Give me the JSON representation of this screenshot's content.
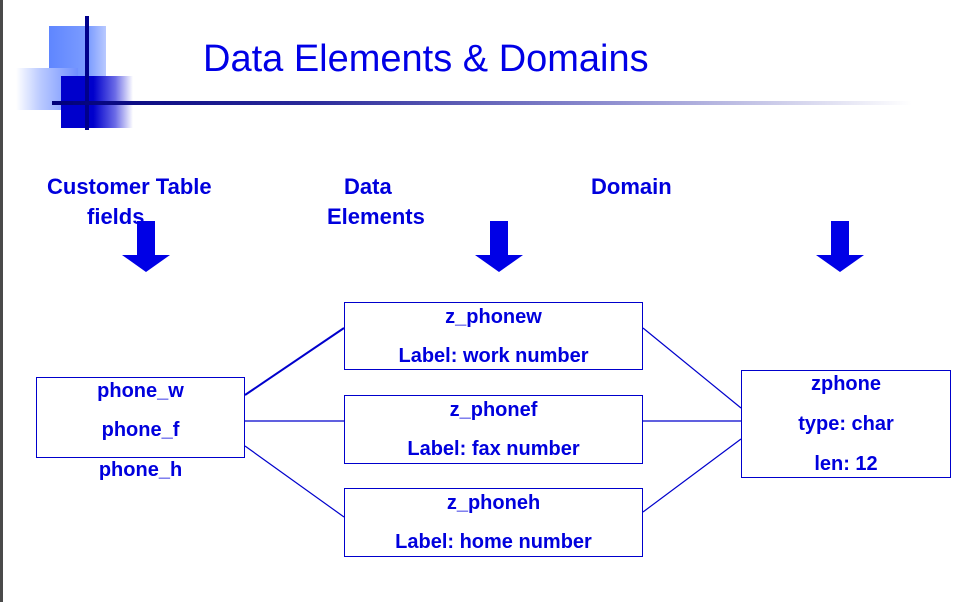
{
  "slide": {
    "title": "Data Elements & Domains"
  },
  "columns": {
    "customer_line1": "Customer Table",
    "customer_line2": "fields",
    "data_elements_line1": "Data",
    "data_elements_line2": "Elements",
    "domain": "Domain"
  },
  "customer_fields": [
    "phone_w",
    "phone_f",
    "phone_h"
  ],
  "data_elements": [
    {
      "name": "z_phonew",
      "label": "Label: work number"
    },
    {
      "name": "z_phonef",
      "label": "Label: fax number"
    },
    {
      "name": "z_phoneh",
      "label": "Label: home number"
    }
  ],
  "domain": {
    "name": "zphone",
    "type": "type: char",
    "len": "len: 12"
  },
  "colors": {
    "text": "#0000dd",
    "arrow": "#0000e6",
    "lines": "#0000cc"
  }
}
